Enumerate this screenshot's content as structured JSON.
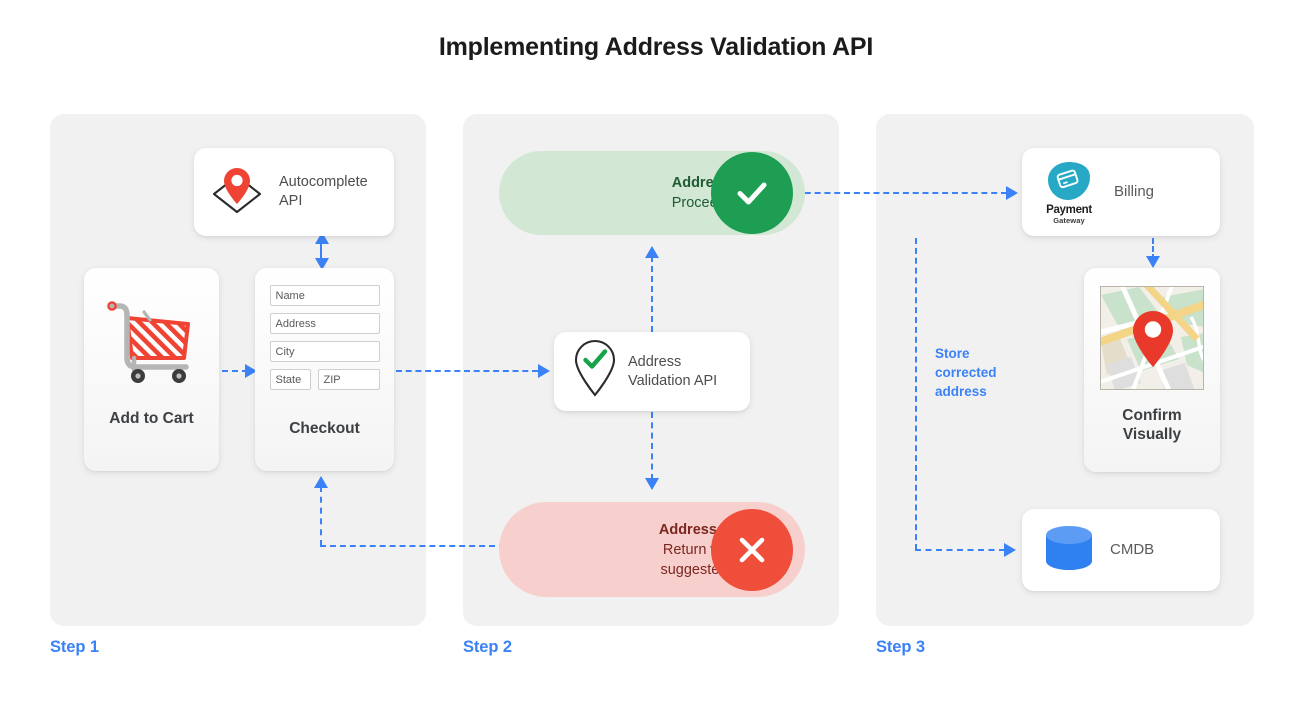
{
  "page": {
    "title": "Implementing Address Validation API",
    "accent_blue": "#3b82f6",
    "panel_bg": "#f1f1f1",
    "valid_pill_bg": "#d3e8d4",
    "valid_badge": "#1d9e53",
    "invalid_pill_bg": "#f7cfcc",
    "invalid_badge": "#ef4e3a"
  },
  "steps": [
    {
      "label": "Step 1"
    },
    {
      "label": "Step 2"
    },
    {
      "label": "Step 3"
    }
  ],
  "step1": {
    "autocomplete_card": {
      "icon": "map-pin-on-envelope-icon",
      "label": "Autocomplete\nAPI",
      "line1": "Autocomplete",
      "line2": "API"
    },
    "add_to_cart_card": {
      "icon": "shopping-cart-icon",
      "label": "Add to Cart"
    },
    "checkout_card": {
      "label": "Checkout",
      "fields": [
        {
          "name": "name-field",
          "placeholder": "Name"
        },
        {
          "name": "address-field",
          "placeholder": "Address"
        },
        {
          "name": "city-field",
          "placeholder": "City"
        },
        {
          "name": "state-field",
          "placeholder": "State"
        },
        {
          "name": "zip-field",
          "placeholder": "ZIP"
        }
      ]
    }
  },
  "step2": {
    "valid_pill": {
      "icon": "check-circle-icon",
      "line1": "Address is valid.",
      "line2": "Proceed to billing."
    },
    "validation_card": {
      "icon": "pin-with-check-icon",
      "line1": "Address",
      "line2": "Validation API"
    },
    "invalid_pill": {
      "icon": "x-circle-icon",
      "line1": "Address is invalid.",
      "line2": "Return with Google",
      "line3": "suggested address."
    }
  },
  "step3": {
    "billing_card": {
      "icon": "payment-gateway-logo-icon",
      "logo_word": "Payment",
      "logo_sub": "Gateway",
      "label": "Billing"
    },
    "confirm_card": {
      "icon": "map-thumbnail-icon",
      "line1": "Confirm",
      "line2": "Visually"
    },
    "cmdb_card": {
      "icon": "database-cylinder-icon",
      "label": "CMDB"
    },
    "store_note": {
      "line1": "Store",
      "line2": "corrected",
      "line3": "address"
    }
  }
}
